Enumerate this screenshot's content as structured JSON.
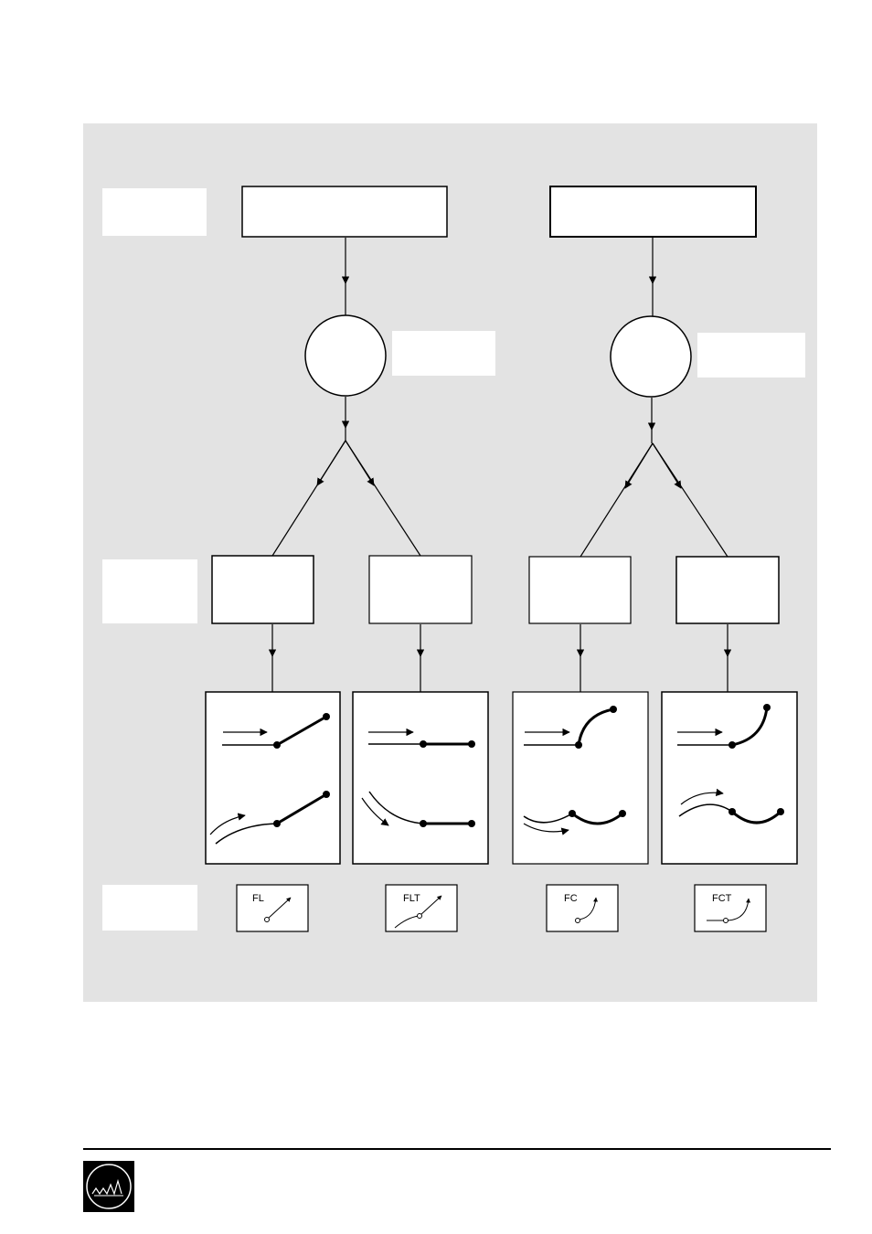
{
  "page": {
    "background_panel_color": "#e3e3e3",
    "box_fill": "#ffffff",
    "stroke": "#000000"
  },
  "icons": [
    {
      "label": "FL"
    },
    {
      "label": "FLT"
    },
    {
      "label": "FC"
    },
    {
      "label": "FCT"
    }
  ],
  "logo": {
    "name": "company-logo-icon"
  }
}
